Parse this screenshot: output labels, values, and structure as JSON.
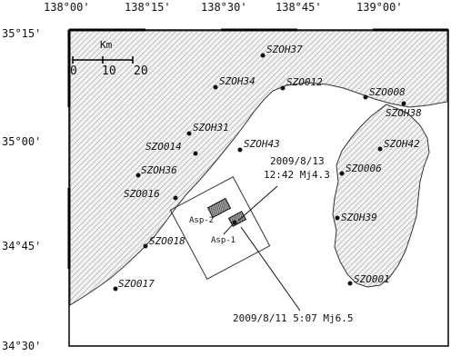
{
  "map": {
    "lon_ticks": [
      "138°00'",
      "138°15'",
      "138°30'",
      "138°45'",
      "139°00'"
    ],
    "lat_ticks": [
      "35°15'",
      "35°00'",
      "34°45'",
      "34°30'"
    ],
    "scale": {
      "unit": "Km",
      "labels": [
        "0",
        "10",
        "20"
      ]
    },
    "stations": [
      "SZOH37",
      "SZOH34",
      "SZO012",
      "SZO008",
      "SZOH38",
      "SZOH31",
      "SZO014",
      "SZOH43",
      "SZOH42",
      "SZOH36",
      "SZO006",
      "SZO016",
      "SZOH39",
      "SZO018",
      "SZO017",
      "SZO001"
    ],
    "asperities": [
      "Asp-2",
      "Asp-1"
    ],
    "events": [
      {
        "date": "2009/8/13",
        "detail": "12:42 Mj4.3"
      },
      {
        "label": "2009/8/11 5:07 Mj6.5"
      }
    ]
  }
}
